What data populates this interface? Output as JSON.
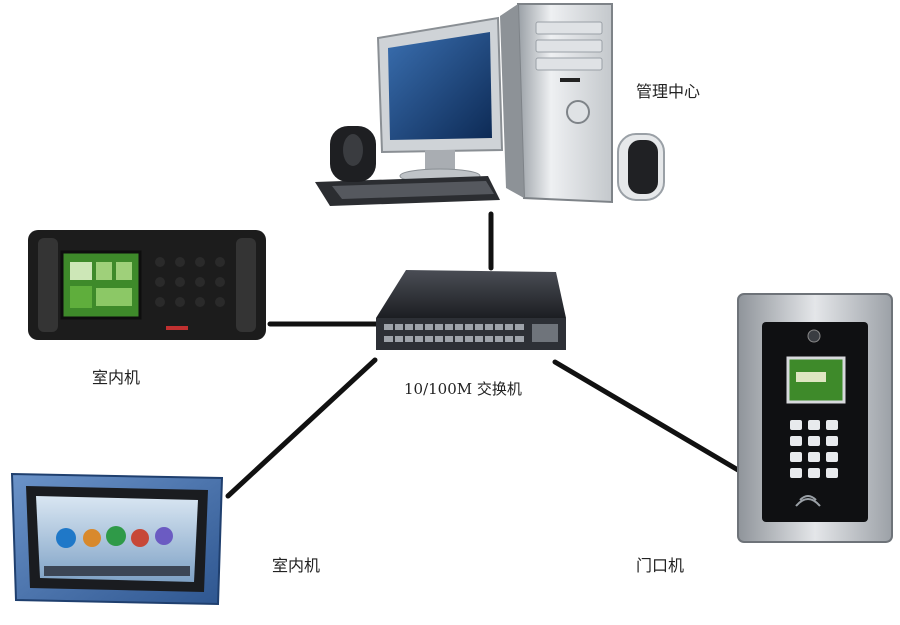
{
  "nodes": {
    "management_center": {
      "label": "管理中心"
    },
    "switch": {
      "label": "10/100M 交换机"
    },
    "indoor_unit_1": {
      "label": "室内机"
    },
    "indoor_unit_2": {
      "label": "室内机"
    },
    "door_unit": {
      "label": "门口机"
    }
  },
  "colors": {
    "link": "#111111",
    "device_dark": "#1c1c1c",
    "screen_green": "#3e8a2a",
    "panel_silver": "#b8bcc2"
  }
}
